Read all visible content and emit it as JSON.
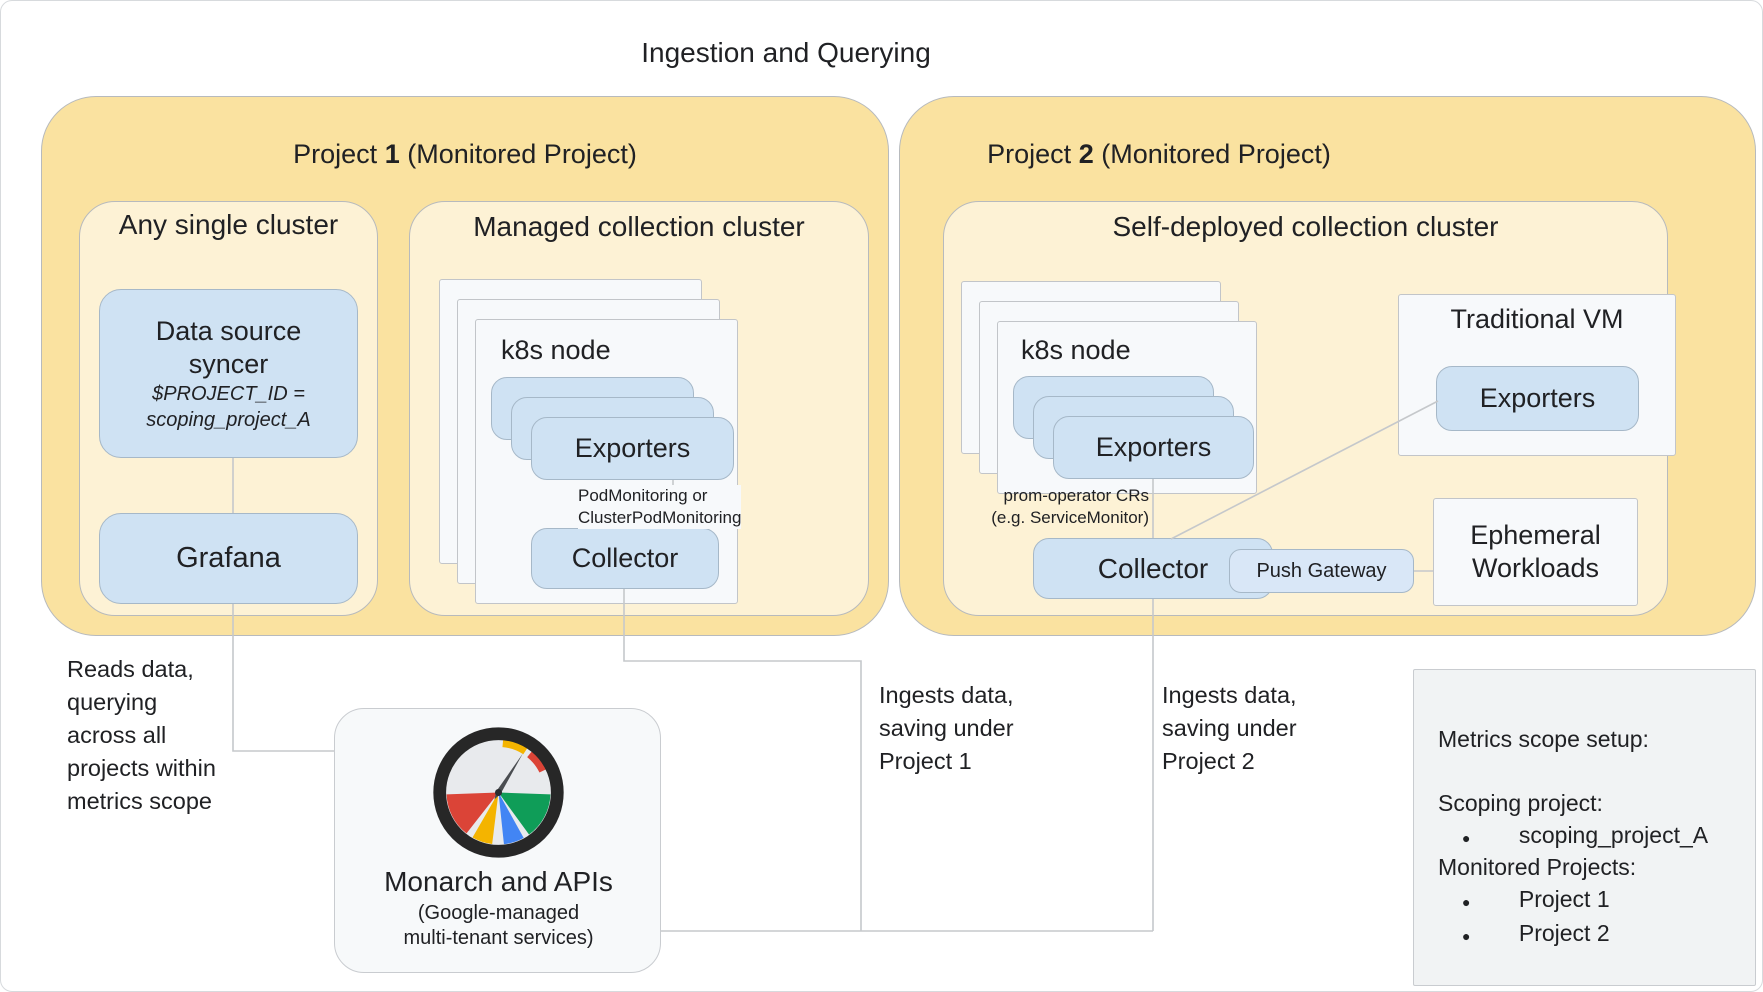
{
  "title": "Ingestion and Querying",
  "project1": {
    "header": {
      "prefix": "Project ",
      "number": "1",
      "suffix": " (Monitored Project)"
    },
    "any_single_cluster": {
      "label": "Any single cluster",
      "data_source_syncer": {
        "line1": "Data source",
        "line2": "syncer",
        "sub1": "$PROJECT_ID =",
        "sub2": "scoping_project_A"
      },
      "grafana": "Grafana"
    },
    "managed_cluster": {
      "label": "Managed collection cluster",
      "k8s_node": "k8s node",
      "exporters": "Exporters",
      "note_line1": "PodMonitoring or",
      "note_line2": "ClusterPodMonitoring",
      "collector": "Collector"
    }
  },
  "project2": {
    "header": {
      "prefix": "Project ",
      "number": "2",
      "suffix": " (Monitored Project)"
    },
    "self_deployed_cluster": {
      "label": "Self-deployed collection cluster",
      "k8s_node": "k8s node",
      "exporters": "Exporters",
      "note_line1": "prom-operator CRs",
      "note_line2": "(e.g. ServiceMonitor)",
      "collector": "Collector",
      "push_gateway": "Push Gateway",
      "traditional_vm": {
        "label": "Traditional VM",
        "exporters": "Exporters"
      },
      "ephemeral_workloads": {
        "line1": "Ephemeral",
        "line2": "Workloads"
      }
    }
  },
  "annotations": {
    "reads_data": [
      "Reads data,",
      "querying",
      "across all",
      "projects within",
      "metrics scope"
    ],
    "ingests_p1": [
      "Ingests data,",
      "saving under",
      "Project 1"
    ],
    "ingests_p2": [
      "Ingests data,",
      "saving under",
      "Project 2"
    ]
  },
  "monarch": {
    "title": "Monarch and APIs",
    "sub1": "(Google-managed",
    "sub2": "multi-tenant services)",
    "icon": "monitoring-gauge-icon"
  },
  "metrics_scope": {
    "title": "Metrics scope setup:",
    "scoping_label": "Scoping project:",
    "scoping_items": [
      "scoping_project_A"
    ],
    "monitored_label": "Monitored Projects:",
    "monitored_items": [
      "Project 1",
      "Project 2"
    ]
  },
  "colors": {
    "outer_project_yellow": "#fae2a0",
    "inner_cluster_yellow": "#fdf2d5",
    "component_blue": "#cfe2f3",
    "push_gateway_blue": "#d9e7f7",
    "node_white": "#f7f9fb",
    "panel_gray": "#f1f3f4",
    "connector_gray": "#c5c8cb",
    "gauge_red": "#db4437",
    "gauge_yellow": "#f4b400",
    "gauge_blue": "#4285f4",
    "gauge_green": "#0f9d58",
    "gauge_ring_black": "#272727"
  }
}
